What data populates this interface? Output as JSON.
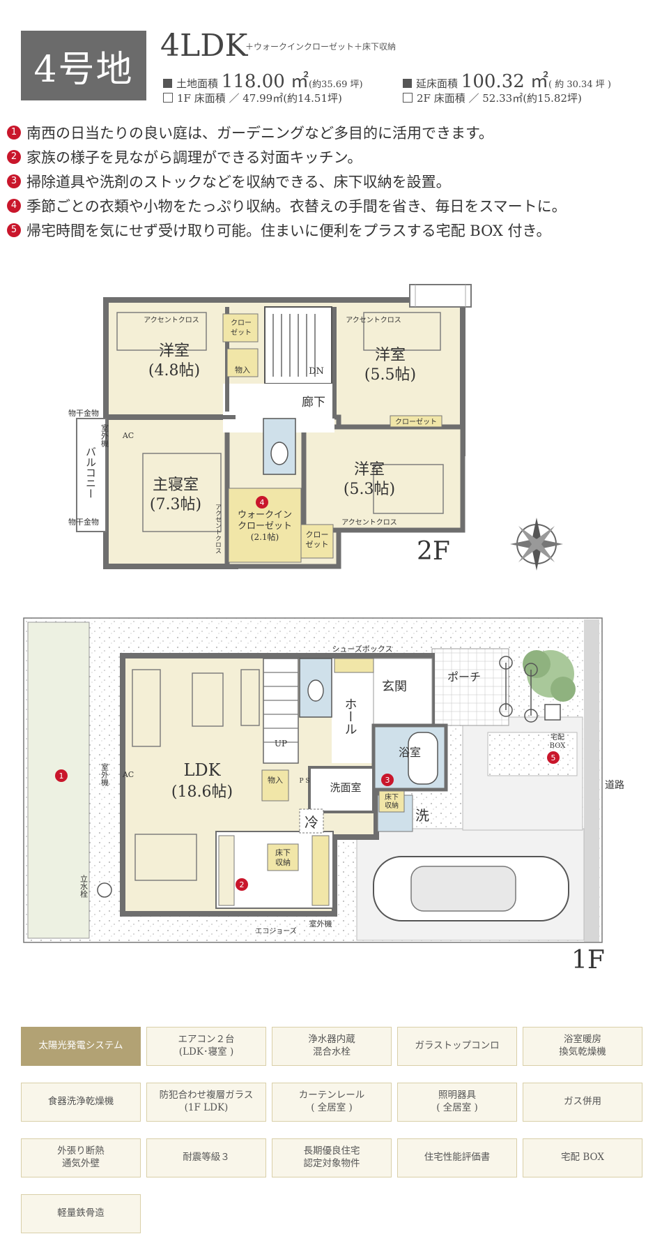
{
  "lot": "4号地",
  "plan_type": "4LDK",
  "plan_extra": "＋ウォークインクローゼット＋床下収納",
  "specs": {
    "land_label": "土地面積",
    "land_value": "118.00 ㎡",
    "land_tsubo": "(約35.69 坪)",
    "floor_label": "延床面積",
    "floor_value": "100.32 ㎡",
    "floor_tsubo": "( 約 30.34 坪 )",
    "f1": "1F 床面積 ／ 47.99㎡(約14.51坪)",
    "f2": "2F 床面積 ／ 52.33㎡(約15.82坪)"
  },
  "points": [
    {
      "num": "1",
      "text": "南西の日当たりの良い庭は、ガーデニングなど多目的に活用できます。"
    },
    {
      "num": "2",
      "text": "家族の様子を見ながら調理ができる対面キッチン。"
    },
    {
      "num": "3",
      "text": "掃除道具や洗剤のストックなどを収納できる、床下収納を設置。"
    },
    {
      "num": "4",
      "text": "季節ごとの衣類や小物をたっぷり収納。衣替えの手間を省き、毎日をスマートに。"
    },
    {
      "num": "5",
      "text": "帰宅時間を気にせず受け取り可能。住まいに便利をプラスする宅配 BOX 付き。"
    }
  ],
  "floor2": {
    "label": "2F",
    "rooms": {
      "west_room": "洋室",
      "west_size": "(4.8帖)",
      "east_room": "洋室",
      "east_size": "(5.5帖)",
      "se_room": "洋室",
      "se_size": "(5.3帖)",
      "master": "主寝室",
      "master_size": "(7.3帖)",
      "hall": "廊下",
      "dn": "DN",
      "wic1": "ウォークイン",
      "wic2": "クローゼット",
      "wic_size": "(2.1帖)",
      "closet_a1": "クロー",
      "closet_a2": "ゼット",
      "closet_c1": "クロー",
      "closet_c2": "ゼット",
      "closet_b": "クローゼット",
      "storage": "物入",
      "accent1": "アクセントクロス",
      "accent2": "アクセントクロス",
      "accent3": "アクセントクロス",
      "accent_v": "アクセントクロス",
      "balcony": "バルコニー",
      "hanger1": "物干金物",
      "hanger2": "物干金物",
      "outdoor": "室外機",
      "ac": "AC"
    }
  },
  "floor1": {
    "label": "1F",
    "rooms": {
      "ldk": "LDK",
      "ldk_size": "(18.6帖)",
      "hall": "ホール",
      "entrance": "玄関",
      "porch": "ポーチ",
      "bath": "浴室",
      "wash": "洗面室",
      "laundry": "洗",
      "fridge": "冷",
      "up": "UP",
      "storage": "物入",
      "uf_storage1": "床下",
      "uf_storage2": "収納",
      "uf_storage_b1": "床下",
      "uf_storage_b2": "収納",
      "shoes": "シューズボックス",
      "road": "道路",
      "delivery1": "宅配",
      "delivery2": "BOX",
      "outdoor1": "室外機",
      "outdoor2": "室外機",
      "ac": "AC",
      "ecojoes": "エコジョーズ",
      "faucet": "立水栓",
      "ps": "P S"
    }
  },
  "features": [
    {
      "label": "太陽光発電システム",
      "active": true
    },
    {
      "label": "エアコン２台\n(LDK･寝室 )",
      "active": false
    },
    {
      "label": "浄水器内蔵\n混合水栓",
      "active": false
    },
    {
      "label": "ガラストップコンロ",
      "active": false
    },
    {
      "label": "浴室暖房\n換気乾燥機",
      "active": false
    },
    {
      "label": "食器洗浄乾燥機",
      "active": false
    },
    {
      "label": "防犯合わせ複層ガラス\n(1F LDK)",
      "active": false
    },
    {
      "label": "カーテンレール\n( 全居室 )",
      "active": false
    },
    {
      "label": "照明器具\n( 全居室 )",
      "active": false
    },
    {
      "label": "ガス併用",
      "active": false
    },
    {
      "label": "外張り断熱\n通気外壁",
      "active": false
    },
    {
      "label": "耐震等級３",
      "active": false
    },
    {
      "label": "長期優良住宅\n認定対象物件",
      "active": false
    },
    {
      "label": "住宅性能評価書",
      "active": false
    },
    {
      "label": "宅配 BOX",
      "active": false
    },
    {
      "label": "軽量鉄骨造",
      "active": false
    }
  ],
  "colors": {
    "room": "#f4efd6",
    "wet": "#cfe0ea",
    "storage": "#f1e6a8",
    "wall": "#6e6e6e",
    "garden": "#edf1e2",
    "accent_red": "#c9162b",
    "feature_active": "#b2a274"
  }
}
